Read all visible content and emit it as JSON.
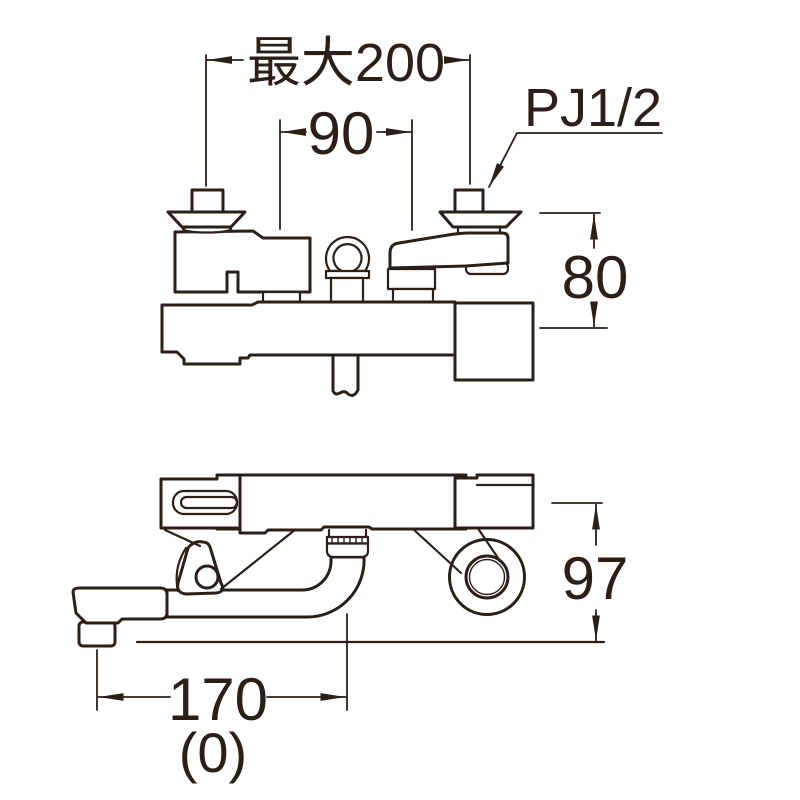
{
  "colors": {
    "ink": "#2b1f18",
    "paper": "#ffffff"
  },
  "labels": {
    "max_width": "最大200",
    "center_span": "90",
    "thread": "PJ1/2",
    "flange_height": "80",
    "wall_depth": "97",
    "spout_reach": "170",
    "spout_reach_alt": "(0)"
  }
}
